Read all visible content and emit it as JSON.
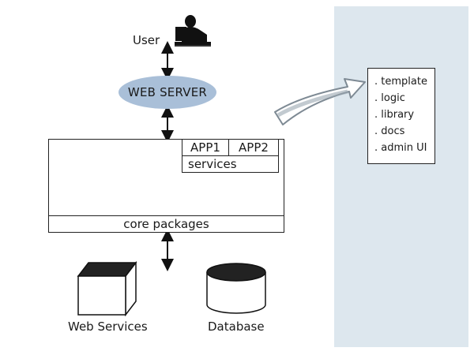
{
  "user": {
    "label": "User"
  },
  "web_server": {
    "label": "WEB SERVER"
  },
  "system": {
    "apps": [
      "APP1",
      "APP2"
    ],
    "services_label": "services",
    "core_label": "core packages"
  },
  "features": {
    "items": [
      ". template",
      ". logic",
      ". library",
      ". docs",
      ". admin UI"
    ]
  },
  "bottom": {
    "web_services_label": "Web Services",
    "database_label": "Database"
  },
  "colors": {
    "panel_bg": "#dde7ee",
    "web_server_fill": "#a9bfd8",
    "callout_arrow": "#8a96a0"
  },
  "icons": {
    "user": "user-at-computer-icon",
    "web_services": "cube-icon",
    "database": "cylinder-database-icon"
  }
}
